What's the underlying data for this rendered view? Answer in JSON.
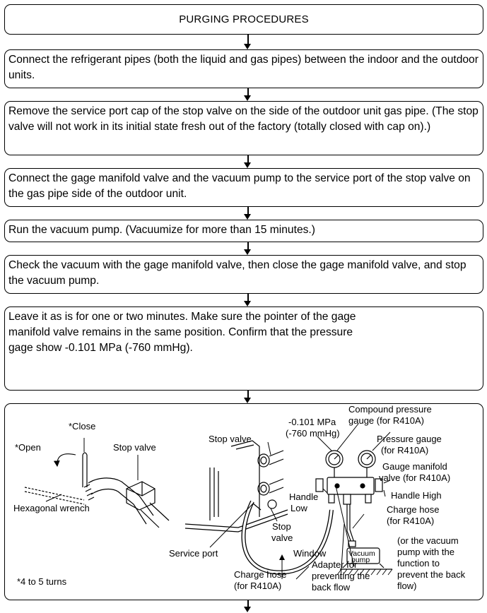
{
  "title": "PURGING PROCEDURES",
  "steps": [
    "Connect the refrigerant pipes (both the liquid and gas pipes) between the indoor and the outdoor units.",
    "Remove the service port cap of the stop valve on the side of the outdoor unit gas pipe. (The stop valve will not work in its initial state fresh out of the factory (totally closed with cap on).)",
    "Connect the gage manifold valve and the vacuum pump to the service port of the stop valve on the gas pipe side of the outdoor unit.",
    "Run the vacuum pump. (Vacuumize for more than 15 minutes.)",
    "Check the vacuum with the gage manifold valve, then close the gage manifold valve, and stop the vacuum pump.",
    "Leave it as is for one or two minutes. Make sure the pointer of the gage manifold valve remains in the same position. Confirm that the pressure gage show -0.101 MPa (-760 mmHg)."
  ],
  "diagram": {
    "close": "*Close",
    "open": "*Open",
    "stop_valve_left": "Stop valve",
    "hex_wrench": "Hexagonal wrench",
    "turns": "*4 to 5 turns",
    "stop_valve_top": "Stop valve",
    "pressure_line1": "-0.101 MPa",
    "pressure_line2": "(-760 mmHg)",
    "compound_1": "Compound pressure",
    "compound_2": "gauge (for R410A)",
    "pressure_gauge_1": "Pressure gauge",
    "pressure_gauge_2": "(for R410A)",
    "manifold_1": "Gauge manifold",
    "manifold_2": "valve (for R410A)",
    "handle_high": "Handle High",
    "handle_low_1": "Handle",
    "handle_low_2": "Low",
    "stop_valve_mid_1": "Stop",
    "stop_valve_mid_2": "valve",
    "charge_hose_r_1": "Charge hose",
    "charge_hose_r_2": "(for R410A)",
    "service_port": "Service port",
    "window": "Window",
    "vacuum_1": "Vacuum",
    "vacuum_2": "pump",
    "or_vacuum": [
      "(or the vacuum",
      "pump with the",
      "function to",
      "prevent the back",
      "flow)"
    ],
    "adapter": [
      "Adapter for",
      "preventing the",
      "back flow"
    ],
    "charge_hose_b_1": "Charge hose",
    "charge_hose_b_2": "(for R410A)"
  }
}
